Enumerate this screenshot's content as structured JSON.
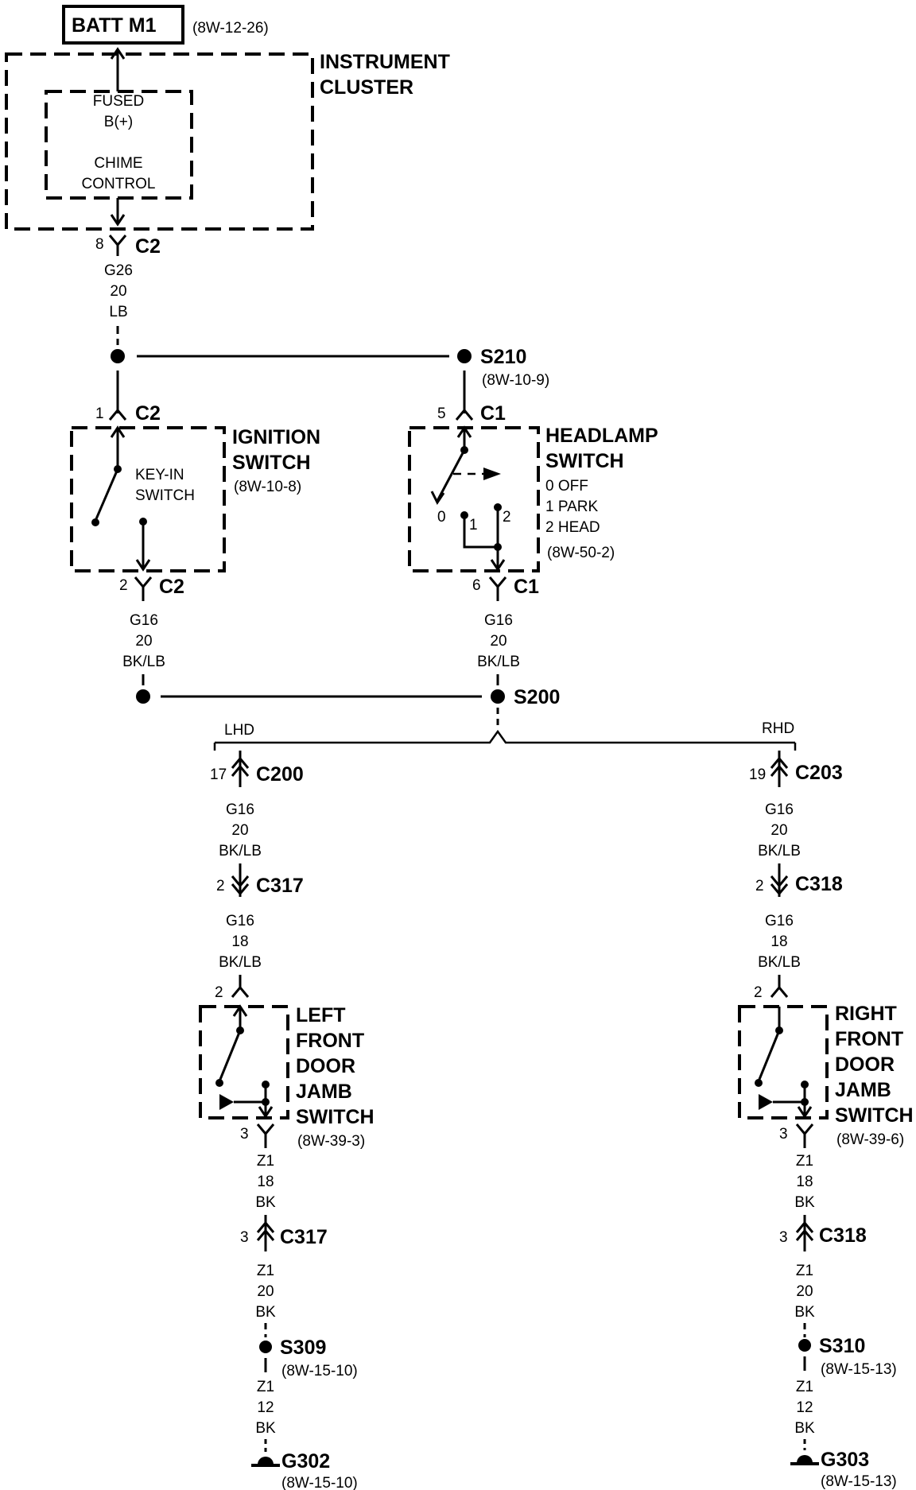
{
  "batt": {
    "label": "BATT M1",
    "ref": "(8W-12-26)"
  },
  "cluster": {
    "title_line1": "INSTRUMENT",
    "title_line2": "CLUSTER",
    "fused_line1": "FUSED",
    "fused_line2": "B(+)",
    "chime_line1": "CHIME",
    "chime_line2": "CONTROL"
  },
  "c2_top": {
    "pin": "8",
    "name": "C2"
  },
  "wire_g26": {
    "circuit": "G26",
    "gauge": "20",
    "color": "LB"
  },
  "s210": {
    "name": "S210",
    "ref": "(8W-10-9)"
  },
  "ignition": {
    "pin_in": "1",
    "conn_in": "C2",
    "title_line1": "IGNITION",
    "title_line2": "SWITCH",
    "ref": "(8W-10-8)",
    "inner_line1": "KEY-IN",
    "inner_line2": "SWITCH",
    "pin_out": "2",
    "conn_out": "C2"
  },
  "headlamp": {
    "pin_in": "5",
    "conn_in": "C1",
    "title_line1": "HEADLAMP",
    "title_line2": "SWITCH",
    "pos0": "0 OFF",
    "pos1": "1 PARK",
    "pos2": "2 HEAD",
    "ref": "(8W-50-2)",
    "label0": "0",
    "label1": "1",
    "label2": "2",
    "pin_out": "6",
    "conn_out": "C1"
  },
  "wire_g16_left": {
    "circuit": "G16",
    "gauge": "20",
    "color": "BK/LB"
  },
  "wire_g16_right": {
    "circuit": "G16",
    "gauge": "20",
    "color": "BK/LB"
  },
  "s200": {
    "name": "S200"
  },
  "branch": {
    "lhd": "LHD",
    "rhd": "RHD"
  },
  "left": {
    "c200_pin": "17",
    "c200_name": "C200",
    "wire1": {
      "circuit": "G16",
      "gauge": "20",
      "color": "BK/LB"
    },
    "c317a_pin": "2",
    "c317a_name": "C317",
    "wire2": {
      "circuit": "G16",
      "gauge": "18",
      "color": "BK/LB"
    },
    "sw_pin_in": "2",
    "title_line1": "LEFT",
    "title_line2": "FRONT",
    "title_line3": "DOOR",
    "title_line4": "JAMB",
    "title_line5": "SWITCH",
    "ref": "(8W-39-3)",
    "sw_pin_out": "3",
    "wire3": {
      "circuit": "Z1",
      "gauge": "18",
      "color": "BK"
    },
    "c317b_pin": "3",
    "c317b_name": "C317",
    "wire4": {
      "circuit": "Z1",
      "gauge": "20",
      "color": "BK"
    },
    "splice_name": "S309",
    "splice_ref": "(8W-15-10)",
    "wire5": {
      "circuit": "Z1",
      "gauge": "12",
      "color": "BK"
    },
    "ground_name": "G302",
    "ground_ref": "(8W-15-10)"
  },
  "right": {
    "c203_pin": "19",
    "c203_name": "C203",
    "wire1": {
      "circuit": "G16",
      "gauge": "20",
      "color": "BK/LB"
    },
    "c318a_pin": "2",
    "c318a_name": "C318",
    "wire2": {
      "circuit": "G16",
      "gauge": "18",
      "color": "BK/LB"
    },
    "sw_pin_in": "2",
    "title_line1": "RIGHT",
    "title_line2": "FRONT",
    "title_line3": "DOOR",
    "title_line4": "JAMB",
    "title_line5": "SWITCH",
    "ref": "(8W-39-6)",
    "sw_pin_out": "3",
    "wire3": {
      "circuit": "Z1",
      "gauge": "18",
      "color": "BK"
    },
    "c318b_pin": "3",
    "c318b_name": "C318",
    "wire4": {
      "circuit": "Z1",
      "gauge": "20",
      "color": "BK"
    },
    "splice_name": "S310",
    "splice_ref": "(8W-15-13)",
    "wire5": {
      "circuit": "Z1",
      "gauge": "12",
      "color": "BK"
    },
    "ground_name": "G303",
    "ground_ref": "(8W-15-13)"
  }
}
